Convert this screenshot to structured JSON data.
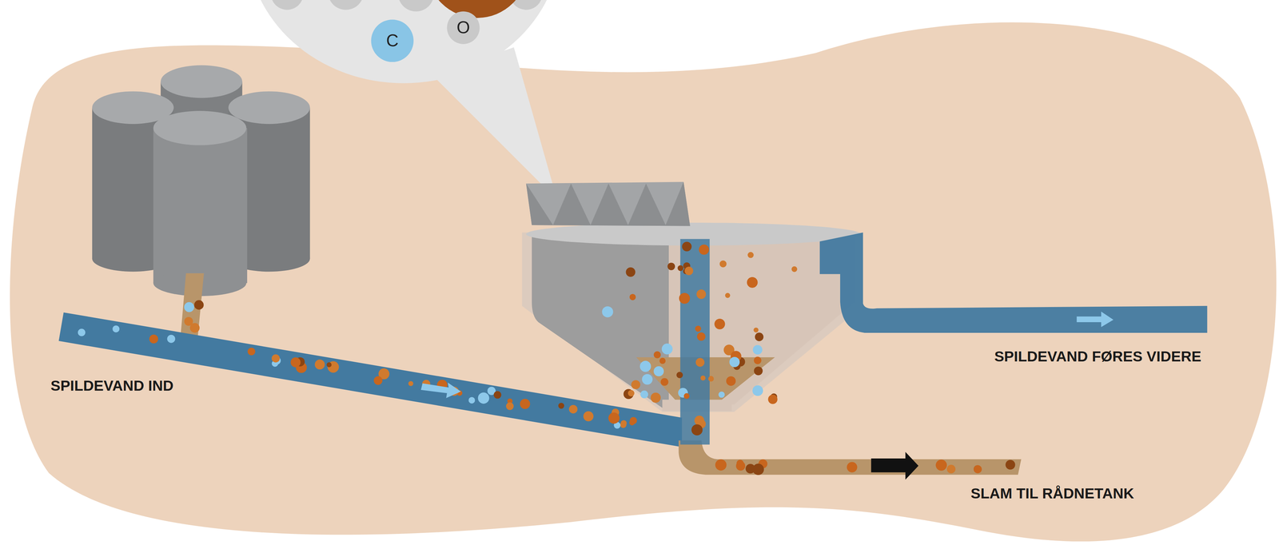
{
  "diagram": {
    "nodes": [
      {
        "text": [
          "C"
        ]
      },
      {
        "text": [
          "O"
        ]
      }
    ],
    "labels": [
      "SPILDEVAND IND",
      "SPILDEVAND FØRES VIDERE",
      "SLAM TIL RÅDNETANK"
    ]
  }
}
